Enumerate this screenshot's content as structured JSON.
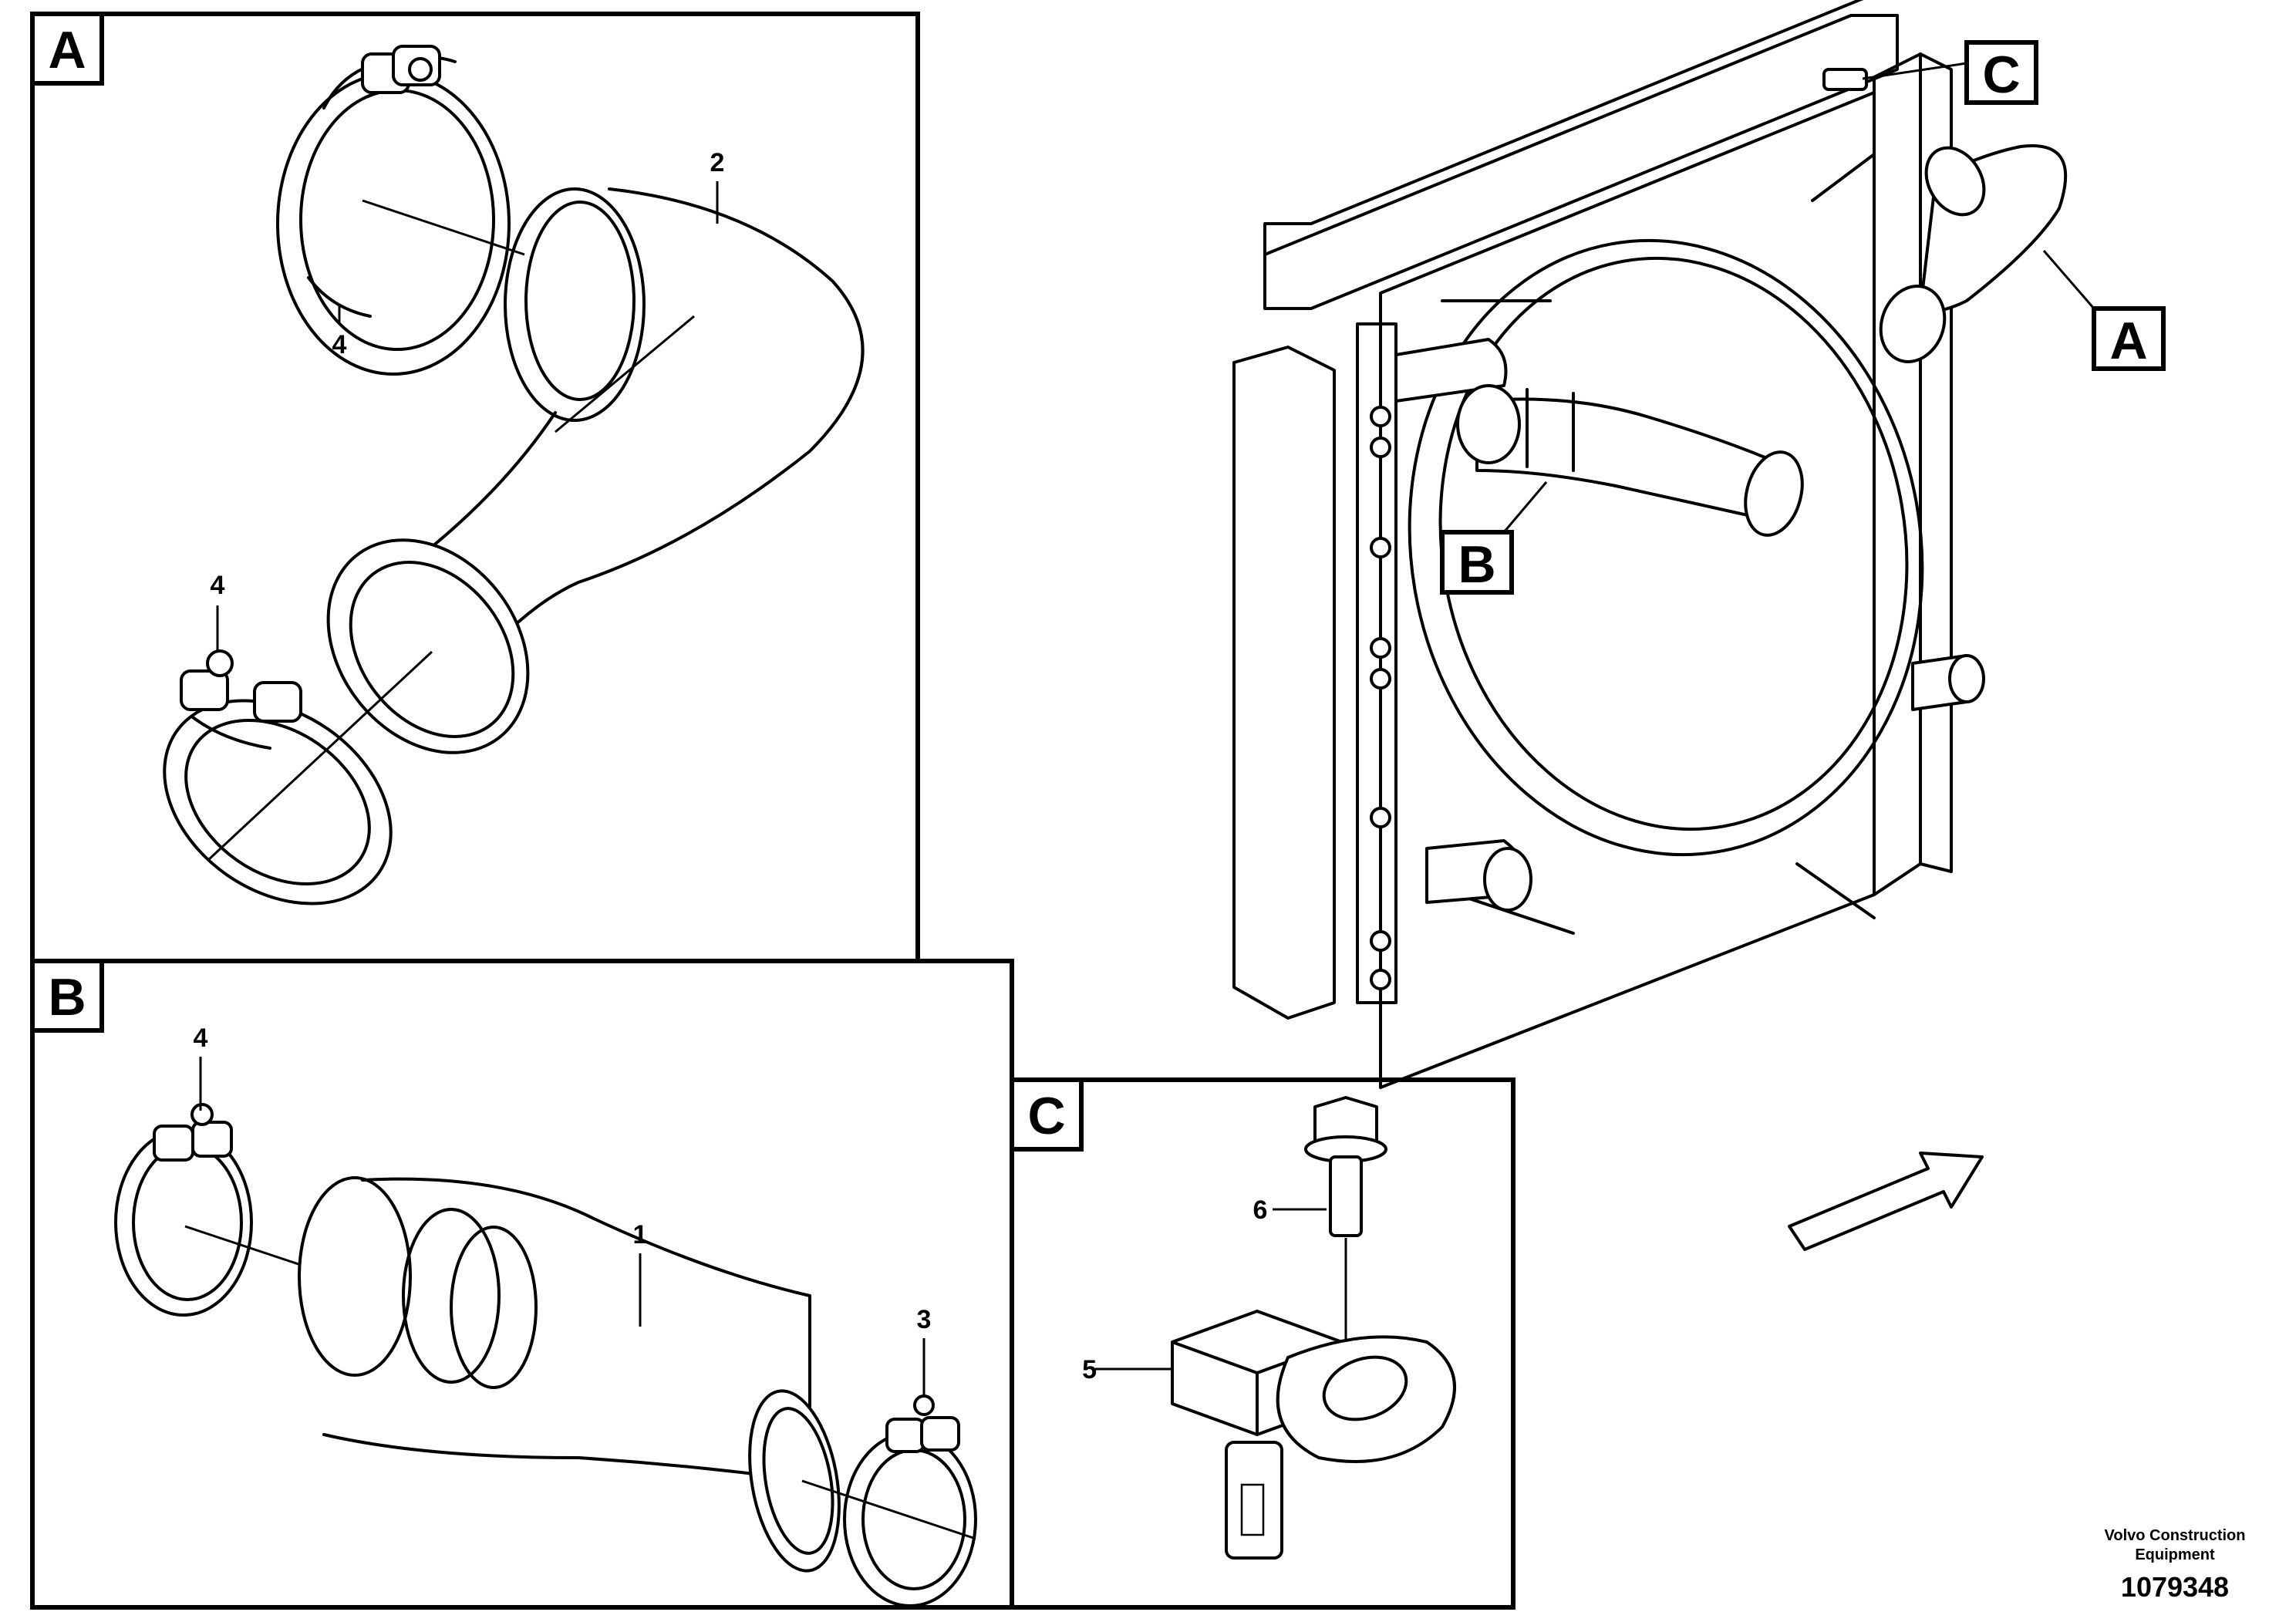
{
  "panels": {
    "a": {
      "tag": "A"
    },
    "b": {
      "tag": "B"
    },
    "c": {
      "tag": "C"
    }
  },
  "overview_tags": {
    "a": "A",
    "b": "B",
    "c": "C"
  },
  "callouts": {
    "panel_a": {
      "hose": "2",
      "clamp_top": "4",
      "clamp_bottom": "4"
    },
    "panel_b": {
      "clamp_left": "4",
      "hose": "1",
      "clamp_right": "3"
    },
    "panel_c": {
      "bolt": "6",
      "sensor": "5"
    }
  },
  "footer": {
    "company_line1": "Volvo Construction",
    "company_line2": "Equipment",
    "drawing_number": "1079348"
  },
  "icons": {
    "direction_arrow": "arrow-up-right-icon"
  }
}
